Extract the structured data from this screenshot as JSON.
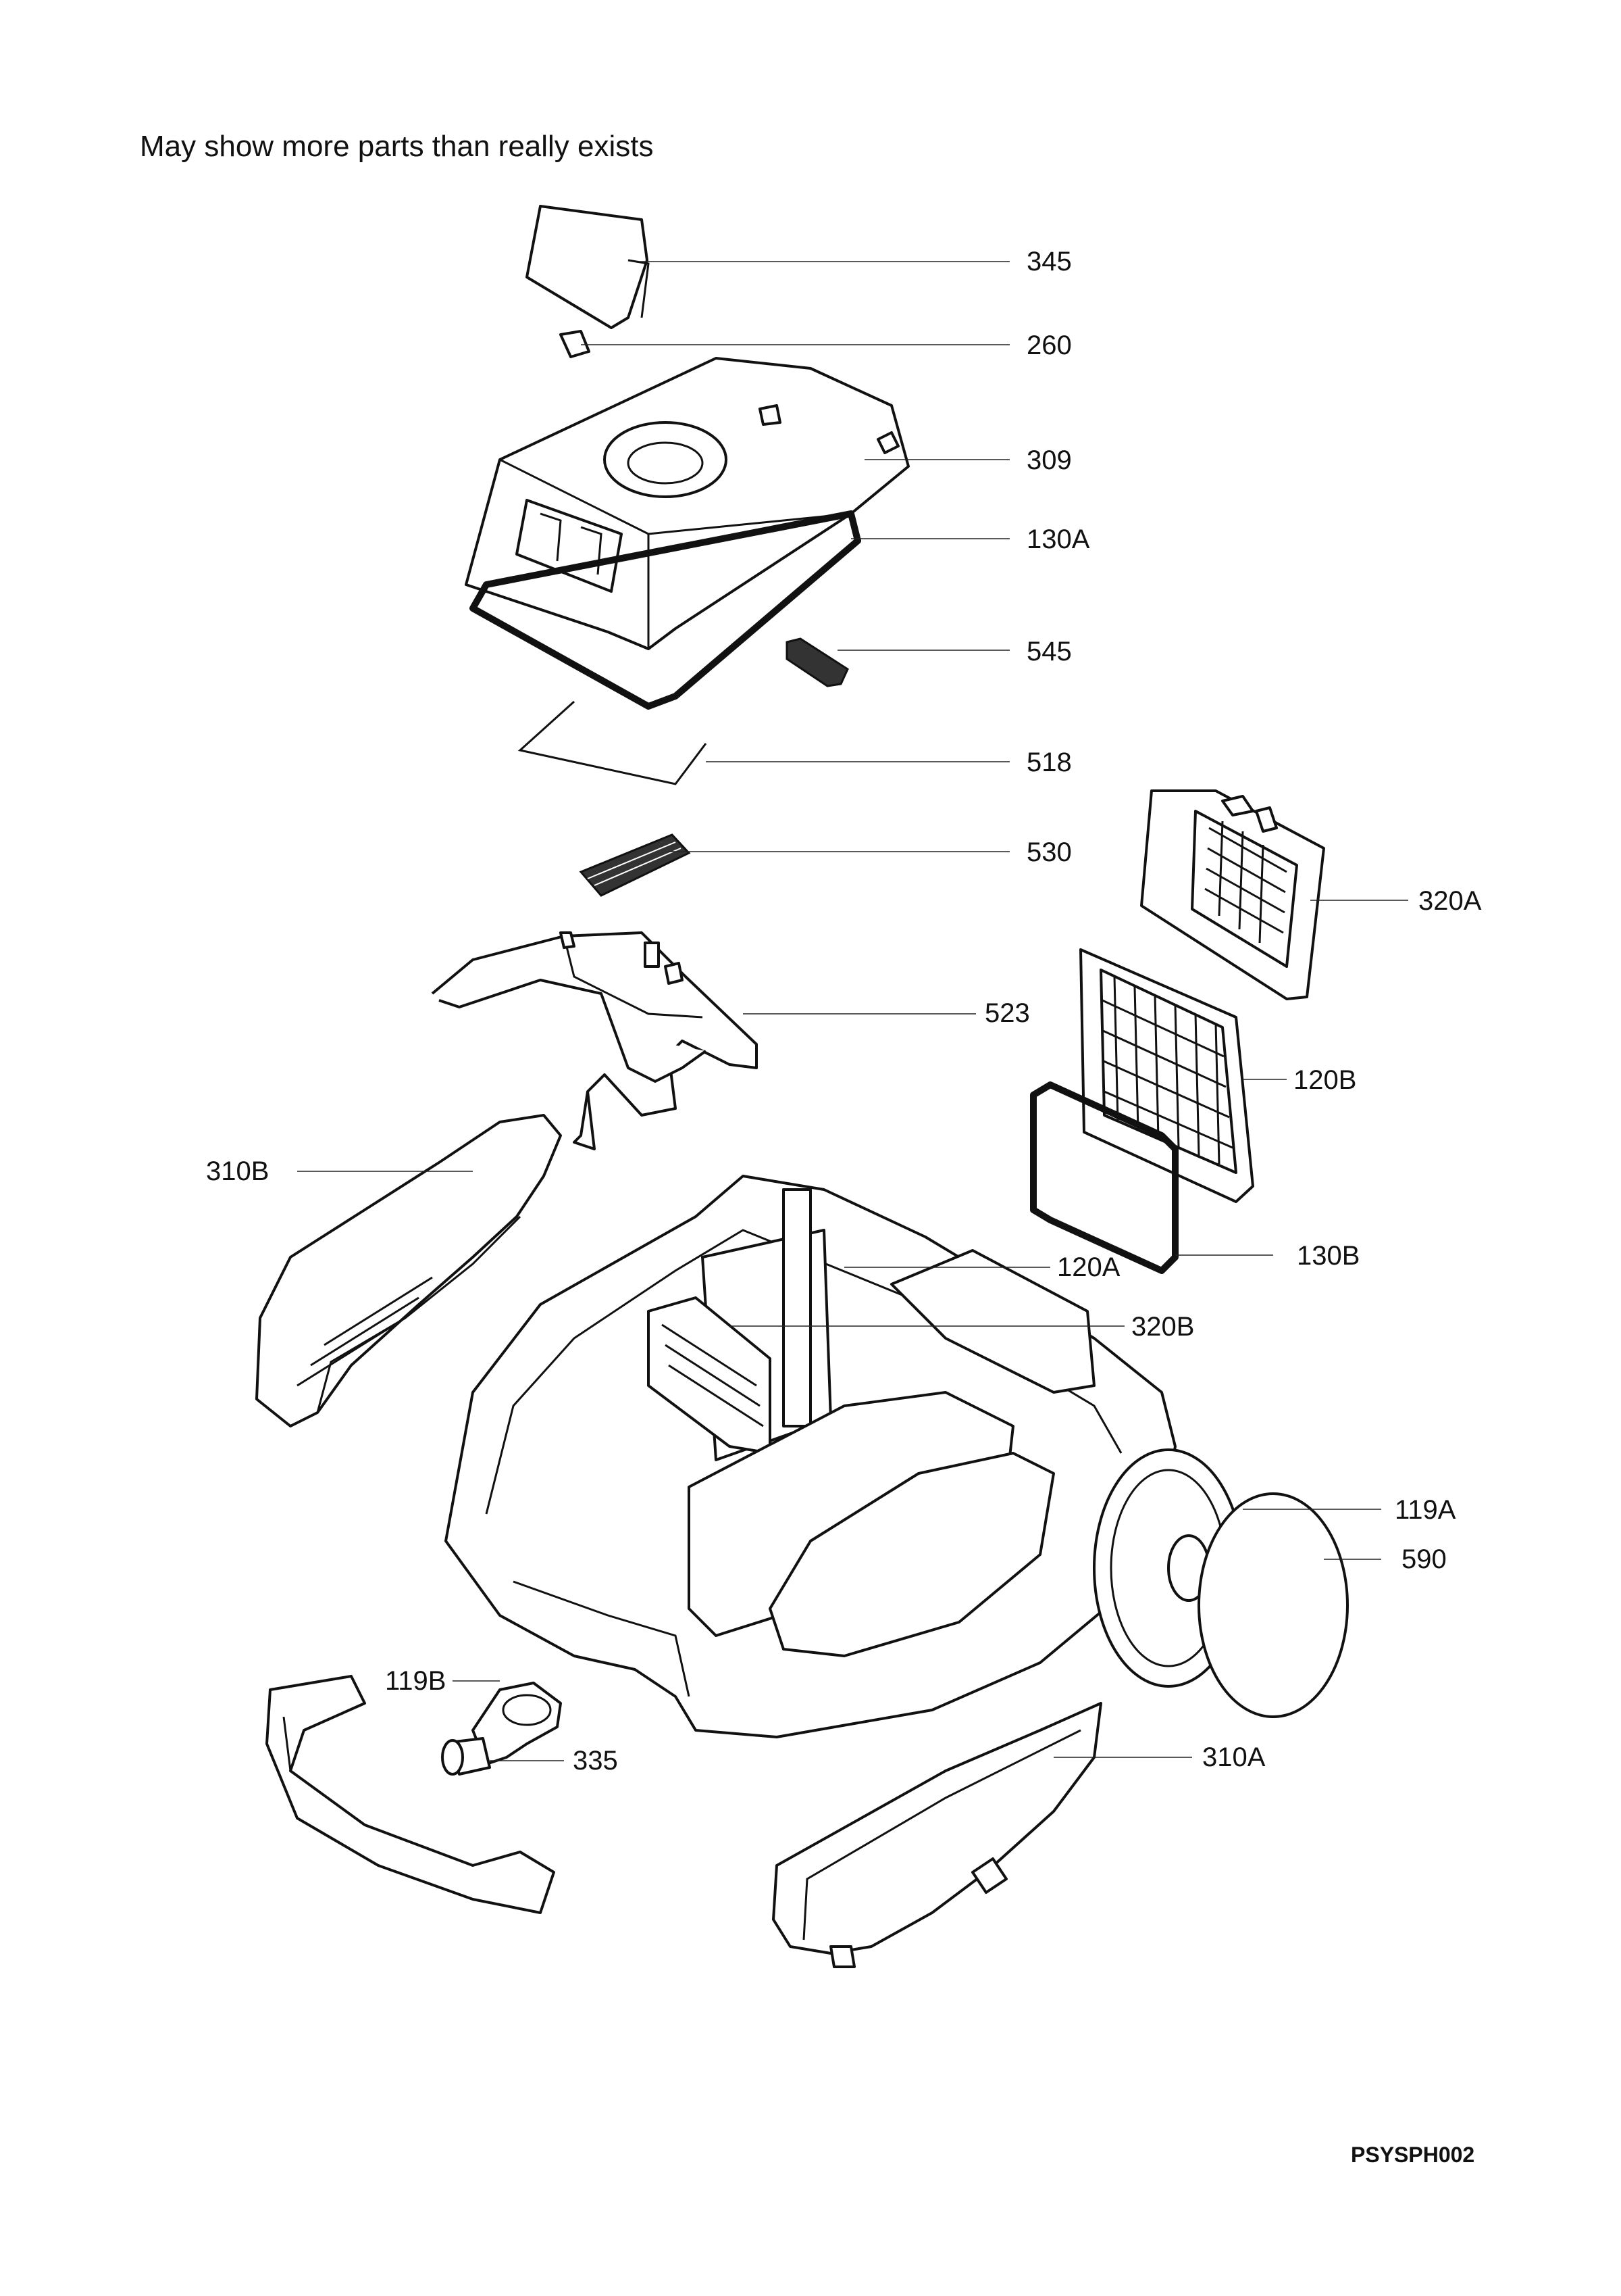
{
  "note": "May show more parts than really exists",
  "drawing_code": "PSYSPH002",
  "callouts": [
    {
      "part": "345",
      "label": "345"
    },
    {
      "part": "260",
      "label": "260"
    },
    {
      "part": "309",
      "label": "309"
    },
    {
      "part": "130A",
      "label": "130A"
    },
    {
      "part": "545",
      "label": "545"
    },
    {
      "part": "518",
      "label": "518"
    },
    {
      "part": "530",
      "label": "530"
    },
    {
      "part": "320A",
      "label": "320A"
    },
    {
      "part": "523",
      "label": "523"
    },
    {
      "part": "120B",
      "label": "120B"
    },
    {
      "part": "310B",
      "label": "310B"
    },
    {
      "part": "130B",
      "label": "130B"
    },
    {
      "part": "120A",
      "label": "120A"
    },
    {
      "part": "320B",
      "label": "320B"
    },
    {
      "part": "119A",
      "label": "119A"
    },
    {
      "part": "590",
      "label": "590"
    },
    {
      "part": "119B",
      "label": "119B"
    },
    {
      "part": "335",
      "label": "335"
    },
    {
      "part": "310A",
      "label": "310A"
    }
  ]
}
